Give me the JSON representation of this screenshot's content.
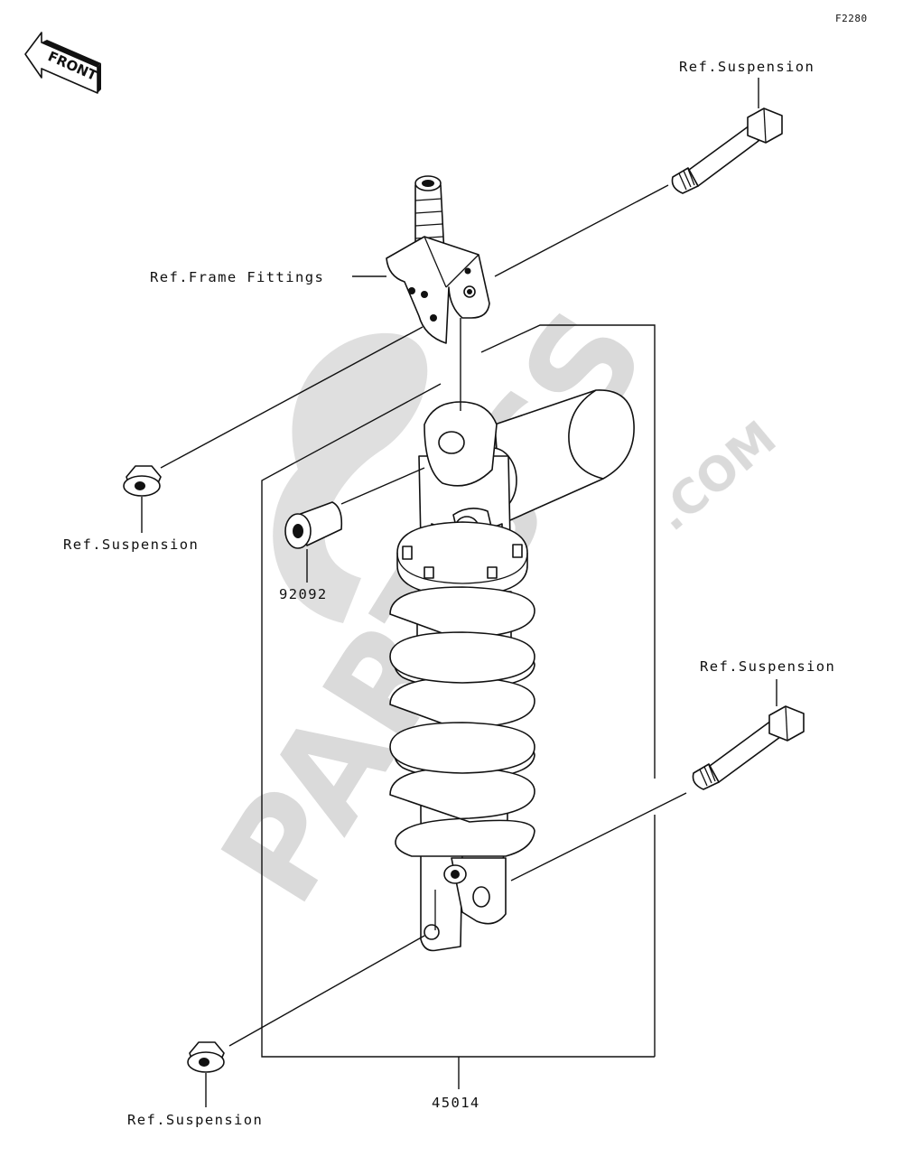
{
  "diagram_code": "F2280",
  "front_label": "FRONT",
  "watermark": {
    "main": "PARTSSS",
    "suffix": ".COM"
  },
  "callouts": {
    "bolt_top": "Ref.Suspension",
    "frame_fittings": "Ref.Frame Fittings",
    "nut_left": "Ref.Suspension",
    "collar": "92092",
    "bolt_lower": "Ref.Suspension",
    "shock_assembly": "45014",
    "nut_bottom": "Ref.Suspension"
  }
}
